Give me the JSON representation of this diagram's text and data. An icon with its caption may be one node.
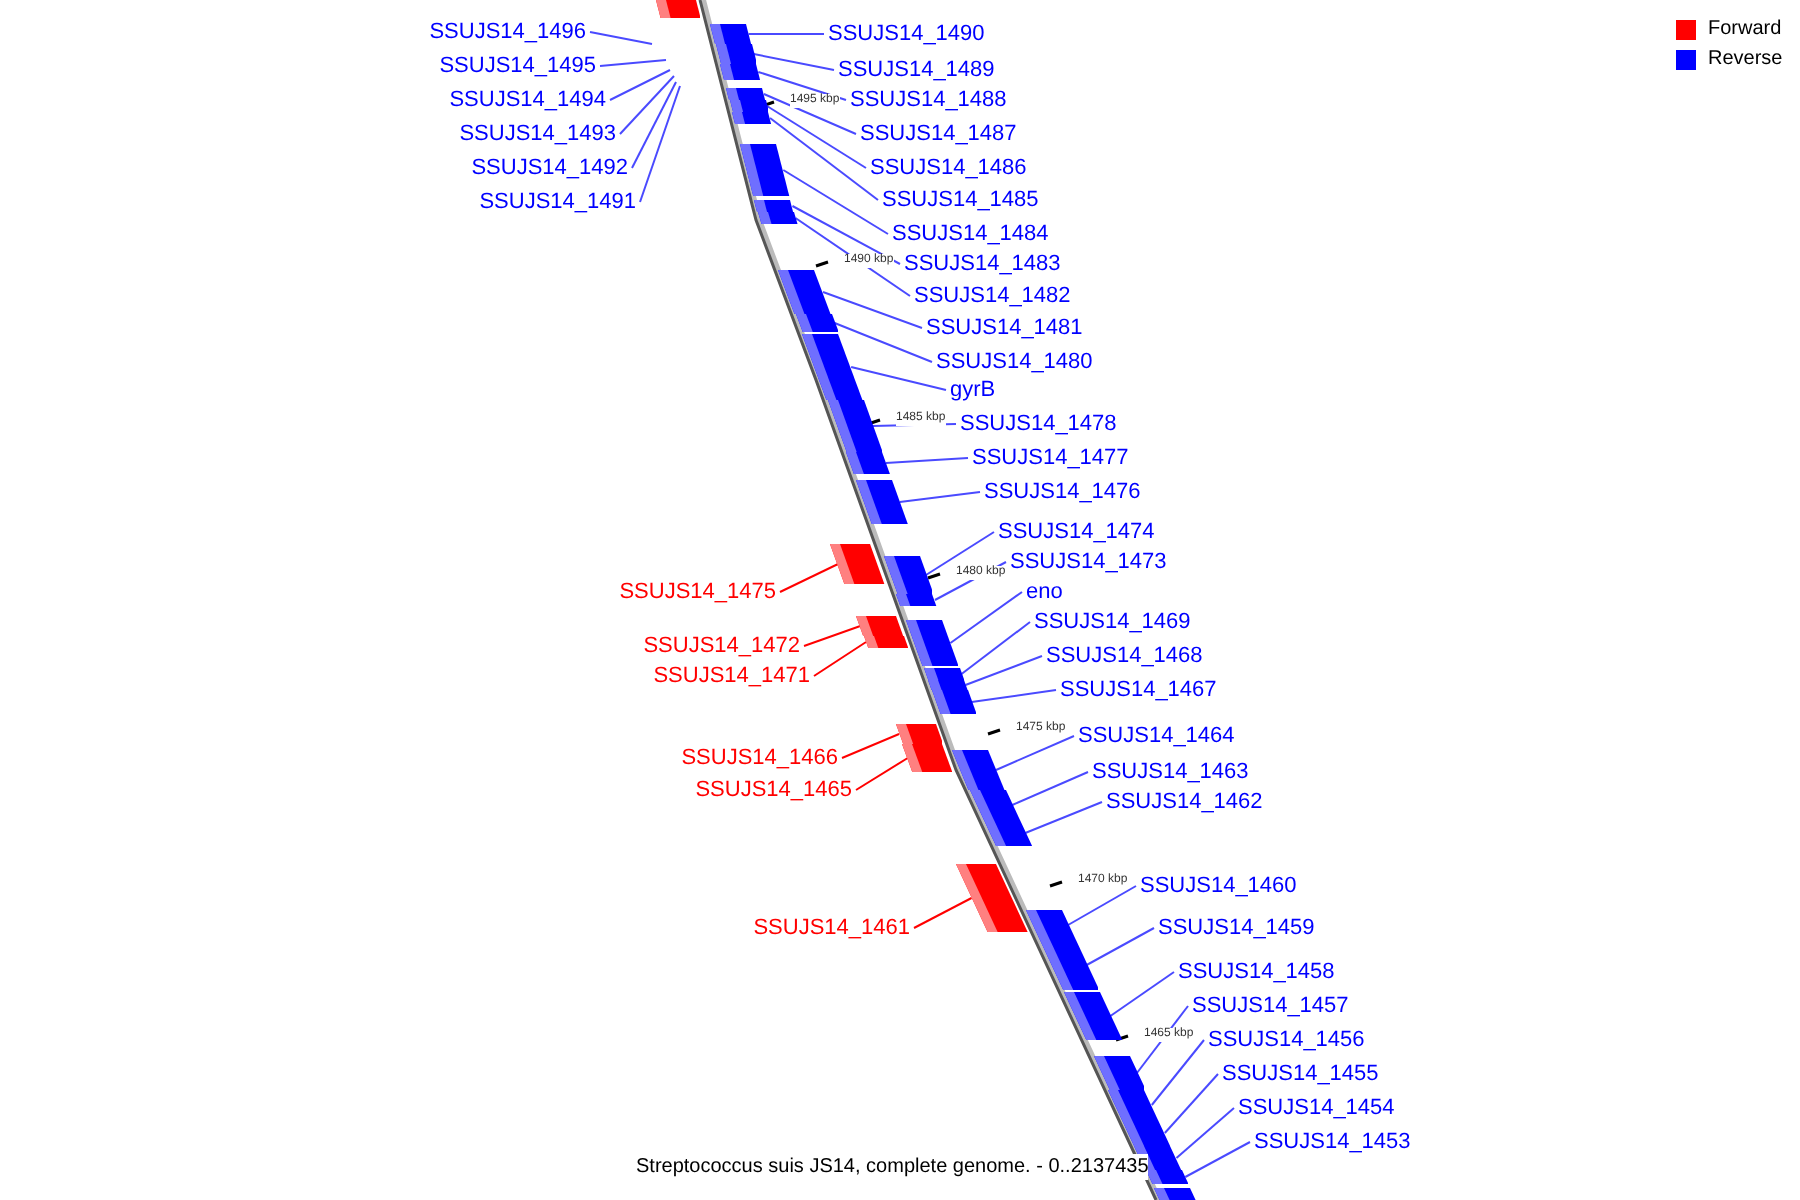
{
  "diagram": {
    "caption": "Streptococcus suis JS14, complete genome. - 0..2137435",
    "nodes": [
      {
        "text": [
          "SSUJS14_1496"
        ]
      },
      {
        "text": [
          "SSUJS14_1495"
        ]
      },
      {
        "text": [
          "SSUJS14_1494"
        ]
      },
      {
        "text": [
          "SSUJS14_1493"
        ]
      },
      {
        "text": [
          "SSUJS14_1492"
        ]
      },
      {
        "text": [
          "SSUJS14_1491"
        ]
      },
      {
        "text": [
          "SSUJS14_1490"
        ]
      },
      {
        "text": [
          "SSUJS14_1489"
        ]
      },
      {
        "text": [
          "SSUJS14_1488"
        ]
      },
      {
        "text": [
          "SSUJS14_1487"
        ]
      },
      {
        "text": [
          "SSUJS14_1486"
        ]
      },
      {
        "text": [
          "SSUJS14_1485"
        ]
      },
      {
        "text": [
          "SSUJS14_1484"
        ]
      },
      {
        "text": [
          "SSUJS14_1483"
        ]
      },
      {
        "text": [
          "SSUJS14_1482"
        ]
      },
      {
        "text": [
          "SSUJS14_1481"
        ]
      },
      {
        "text": [
          "SSUJS14_1480"
        ]
      },
      {
        "text": [
          "gyrB"
        ]
      },
      {
        "text": [
          "SSUJS14_1478"
        ]
      },
      {
        "text": [
          "SSUJS14_1477"
        ]
      },
      {
        "text": [
          "SSUJS14_1476"
        ]
      },
      {
        "text": [
          "SSUJS14_1474"
        ]
      },
      {
        "text": [
          "SSUJS14_1473"
        ]
      },
      {
        "text": [
          "eno"
        ]
      },
      {
        "text": [
          "SSUJS14_1469"
        ]
      },
      {
        "text": [
          "SSUJS14_1468"
        ]
      },
      {
        "text": [
          "SSUJS14_1467"
        ]
      },
      {
        "text": [
          "SSUJS14_1464"
        ]
      },
      {
        "text": [
          "SSUJS14_1463"
        ]
      },
      {
        "text": [
          "SSUJS14_1462"
        ]
      },
      {
        "text": [
          "SSUJS14_1460"
        ]
      },
      {
        "text": [
          "SSUJS14_1459"
        ]
      },
      {
        "text": [
          "SSUJS14_1458"
        ]
      },
      {
        "text": [
          "SSUJS14_1457"
        ]
      },
      {
        "text": [
          "SSUJS14_1456"
        ]
      },
      {
        "text": [
          "SSUJS14_1455"
        ]
      },
      {
        "text": [
          "SSUJS14_1454"
        ]
      },
      {
        "text": [
          "SSUJS14_1453"
        ]
      },
      {
        "text": [
          "SSUJS14_1475"
        ]
      },
      {
        "text": [
          "SSUJS14_1472"
        ]
      },
      {
        "text": [
          "SSUJS14_1471"
        ]
      },
      {
        "text": [
          "SSUJS14_1466"
        ]
      },
      {
        "text": [
          "SSUJS14_1465"
        ]
      },
      {
        "text": [
          "SSUJS14_1461"
        ]
      },
      {
        "text": [],
        "shape": "bar"
      },
      {
        "text": [],
        "shape": "bar"
      },
      {
        "text": [],
        "shape": "bar"
      },
      {
        "text": [],
        "shape": "bar"
      },
      {
        "text": [],
        "shape": "bar"
      },
      {
        "text": [],
        "shape": "bar"
      },
      {
        "text": [],
        "shape": "bar"
      },
      {
        "text": [],
        "shape": "bar"
      },
      {
        "text": [],
        "shape": "bar"
      },
      {
        "text": [],
        "shape": "bar"
      },
      {
        "text": [],
        "shape": "bar"
      },
      {
        "text": [],
        "shape": "bar"
      },
      {
        "text": [],
        "shape": "bar"
      },
      {
        "text": [],
        "shape": "bar"
      },
      {
        "text": [],
        "shape": "bar"
      },
      {
        "text": [],
        "shape": "bar"
      },
      {
        "text": [],
        "shape": "bar"
      },
      {
        "text": [],
        "shape": "bar"
      },
      {
        "text": [],
        "shape": "bar"
      },
      {
        "text": [],
        "shape": "bar"
      },
      {
        "text": [],
        "shape": "bar"
      },
      {
        "text": [],
        "shape": "bar"
      },
      {
        "text": [],
        "shape": "bar"
      },
      {
        "text": [],
        "shape": "bar"
      },
      {
        "text": [],
        "shape": "bar"
      },
      {
        "text": [],
        "shape": "bar"
      },
      {
        "text": [],
        "shape": "bar"
      },
      {
        "text": [],
        "shape": "bar"
      },
      {
        "text": [],
        "shape": "bar"
      },
      {
        "text": [],
        "shape": "bar"
      },
      {
        "text": [],
        "shape": "bar"
      },
      {
        "text": [],
        "shape": "bar"
      },
      {
        "text": [],
        "shape": "bar"
      },
      {
        "text": [],
        "shape": "bar"
      },
      {
        "text": [],
        "shape": "bar"
      },
      {
        "text": [],
        "shape": "bar"
      },
      {
        "text": [],
        "shape": "bar"
      },
      {
        "text": [],
        "shape": "bar"
      },
      {
        "text": [],
        "shape": "bar"
      },
      {
        "text": [],
        "shape": "bar"
      }
    ],
    "edges": [
      {
        "from": 0,
        "to": null,
        "arrow": "none"
      },
      {
        "from": 1,
        "to": null,
        "arrow": "none"
      },
      {
        "from": 2,
        "to": null,
        "arrow": "none"
      },
      {
        "from": 3,
        "to": null,
        "arrow": "none"
      },
      {
        "from": 4,
        "to": null,
        "arrow": "none"
      },
      {
        "from": 5,
        "to": null,
        "arrow": "none"
      },
      {
        "from": 6,
        "to": 44,
        "arrow": "none"
      },
      {
        "from": 7,
        "to": 45,
        "arrow": "none"
      },
      {
        "from": 8,
        "to": 46,
        "arrow": "none"
      },
      {
        "from": 9,
        "to": 47,
        "arrow": "none"
      },
      {
        "from": 10,
        "to": 48,
        "arrow": "none"
      },
      {
        "from": 11,
        "to": 49,
        "arrow": "none"
      },
      {
        "from": 12,
        "to": 50,
        "arrow": "none"
      },
      {
        "from": 13,
        "to": 51,
        "arrow": "none"
      },
      {
        "from": 14,
        "to": 52,
        "arrow": "none"
      },
      {
        "from": 15,
        "to": 53,
        "arrow": "none"
      },
      {
        "from": 16,
        "to": 54,
        "arrow": "none"
      },
      {
        "from": 17,
        "to": 55,
        "arrow": "none"
      },
      {
        "from": 18,
        "to": 56,
        "arrow": "none"
      },
      {
        "from": 19,
        "to": 57,
        "arrow": "none"
      },
      {
        "from": 20,
        "to": 58,
        "arrow": "none"
      },
      {
        "from": 21,
        "to": 59,
        "arrow": "none"
      },
      {
        "from": 22,
        "to": 60,
        "arrow": "none"
      },
      {
        "from": 23,
        "to": 61,
        "arrow": "none"
      },
      {
        "from": 24,
        "to": 62,
        "arrow": "none"
      },
      {
        "from": 25,
        "to": 63,
        "arrow": "none"
      },
      {
        "from": 26,
        "to": 64,
        "arrow": "none"
      },
      {
        "from": 27,
        "to": 65,
        "arrow": "none"
      },
      {
        "from": 28,
        "to": 66,
        "arrow": "none"
      },
      {
        "from": 29,
        "to": 67,
        "arrow": "none"
      },
      {
        "from": 30,
        "to": 68,
        "arrow": "none"
      },
      {
        "from": 31,
        "to": 69,
        "arrow": "none"
      },
      {
        "from": 32,
        "to": 70,
        "arrow": "none"
      },
      {
        "from": 33,
        "to": 71,
        "arrow": "none"
      },
      {
        "from": 34,
        "to": 72,
        "arrow": "none"
      },
      {
        "from": 35,
        "to": 73,
        "arrow": "none"
      },
      {
        "from": 36,
        "to": 74,
        "arrow": "none"
      },
      {
        "from": 37,
        "to": 75,
        "arrow": "none"
      },
      {
        "from": 38,
        "to": 76,
        "arrow": "none",
        "color": "#ff0000"
      },
      {
        "from": 39,
        "to": 77,
        "arrow": "none",
        "color": "#ff0000"
      },
      {
        "from": 40,
        "to": 78,
        "arrow": "none",
        "color": "#ff0000"
      },
      {
        "from": 41,
        "to": 79,
        "arrow": "none",
        "color": "#ff0000"
      },
      {
        "from": 42,
        "to": 80,
        "arrow": "none",
        "color": "#ff0000"
      },
      {
        "from": 43,
        "to": 81,
        "arrow": "none",
        "color": "#ff0000"
      }
    ],
    "labels": [
      "1495 kbp",
      "1490 kbp",
      "1485 kbp",
      "1480 kbp",
      "1475 kbp",
      "1470 kbp",
      "1465 kbp"
    ],
    "legend": [
      {
        "text": "Forward",
        "color": "#ff0000"
      },
      {
        "text": "Reverse",
        "color": "#0000ff"
      }
    ]
  }
}
